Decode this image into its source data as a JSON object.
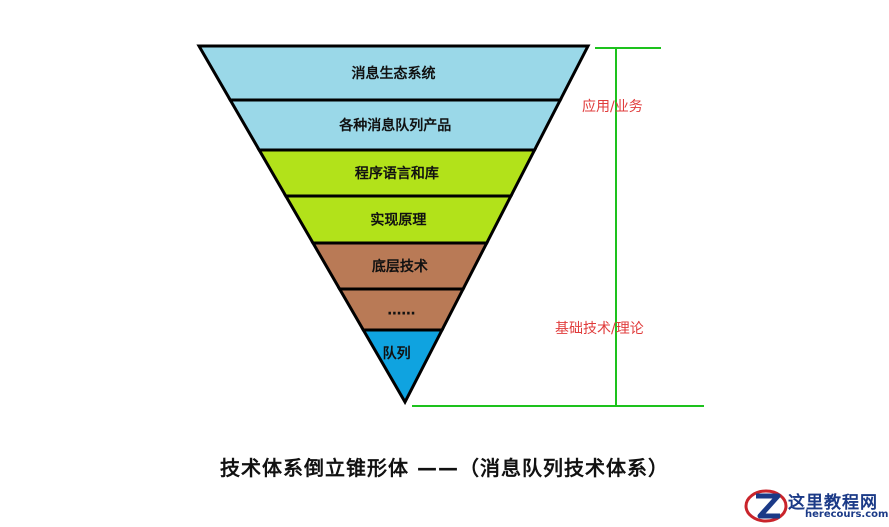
{
  "layers": [
    {
      "label": "消息生态系统",
      "color": "#9ad8e8"
    },
    {
      "label": "各种消息队列产品",
      "color": "#9ad8e8"
    },
    {
      "label": "程序语言和库",
      "color": "#b2e21a"
    },
    {
      "label": "实现原理",
      "color": "#b2e21a"
    },
    {
      "label": "底层技术",
      "color": "#b97a56"
    },
    {
      "label": "……",
      "color": "#b97a56"
    },
    {
      "label": "队列",
      "color": "#0fa3e0"
    }
  ],
  "side_labels": {
    "top": "应用/业务",
    "bottom": "基础技术/理论"
  },
  "bracket_color": "#1dc21d",
  "caption": "技术体系倒立锥形体 ——（消息队列技术体系）",
  "watermark": {
    "title": "这里教程网",
    "url": "herecours.com"
  }
}
